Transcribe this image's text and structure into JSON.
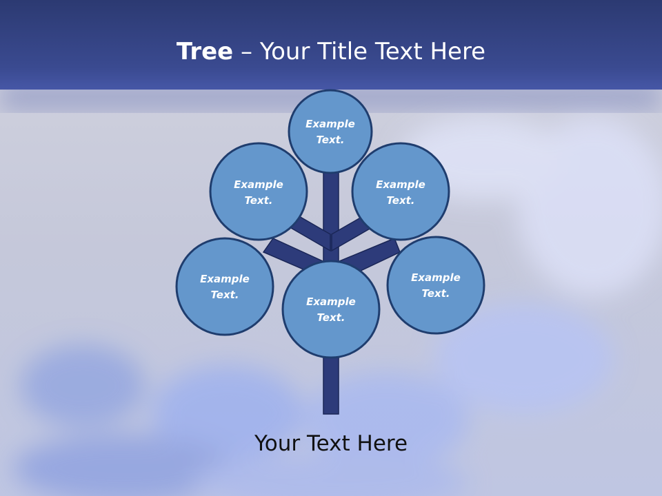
{
  "slide": {
    "title_bold": "Tree",
    "title_rest": " – Your Title Text Here",
    "footer": "Your Text Here"
  },
  "nodes": [
    {
      "id": "top",
      "line1": "Example",
      "line2": "Text."
    },
    {
      "id": "upper-left",
      "line1": "Example",
      "line2": "Text."
    },
    {
      "id": "upper-right",
      "line1": "Example",
      "line2": "Text."
    },
    {
      "id": "lower-left",
      "line1": "Example",
      "line2": "Text."
    },
    {
      "id": "center",
      "line1": "Example",
      "line2": "Text."
    },
    {
      "id": "lower-right",
      "line1": "Example",
      "line2": "Text."
    }
  ],
  "colors": {
    "header": "#2d3b7a",
    "node_fill": "#6497cc",
    "node_stroke": "#1f3d6e",
    "branch": "#2d3b7a",
    "branch_stroke": "#1a2656"
  }
}
